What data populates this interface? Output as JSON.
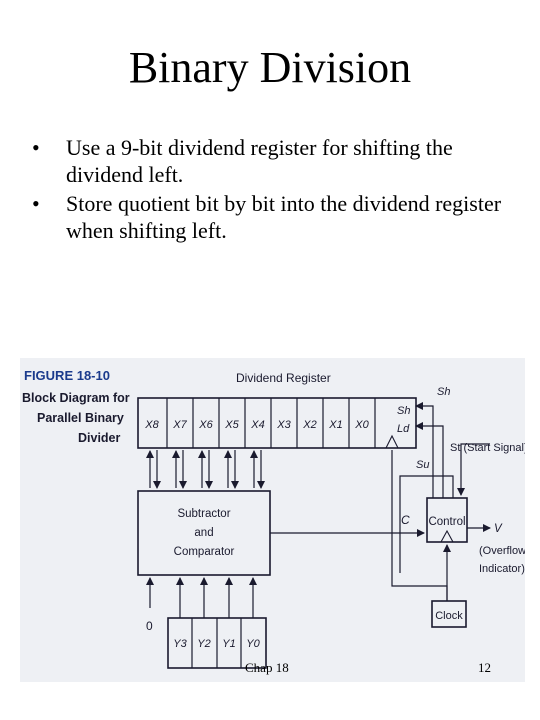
{
  "slide": {
    "title": "Binary Division",
    "bullets": [
      "Use a 9-bit dividend register for shifting the dividend left.",
      "Store quotient bit by bit into the dividend register when shifting left."
    ],
    "bullet_symbol": "•"
  },
  "figure": {
    "caption_number": "FIGURE 18-10",
    "caption_lines": [
      "Block Diagram for",
      "Parallel Binary",
      "Divider"
    ],
    "register_label": "Dividend Register",
    "register_cells": [
      "X8",
      "X7",
      "X6",
      "X5",
      "X4",
      "X3",
      "X2",
      "X1",
      "X0"
    ],
    "control_inputs": [
      "Sh",
      "Ld"
    ],
    "signals": {
      "sh": "Sh",
      "su": "Su",
      "c": "C",
      "start": "St (Start Signal)",
      "v": "V",
      "overflow_1": "(Overflow",
      "overflow_2": "Indicator)",
      "zero": "0"
    },
    "subtractor_lines": [
      "Subtractor",
      "and",
      "Comparator"
    ],
    "control_label": "Control",
    "clock_label": "Clock",
    "divisor_cells": [
      "Y3",
      "Y2",
      "Y1",
      "Y0"
    ],
    "accent_color": "#1a3a8c"
  },
  "footer": {
    "left": "Chap 18",
    "right": "12"
  }
}
